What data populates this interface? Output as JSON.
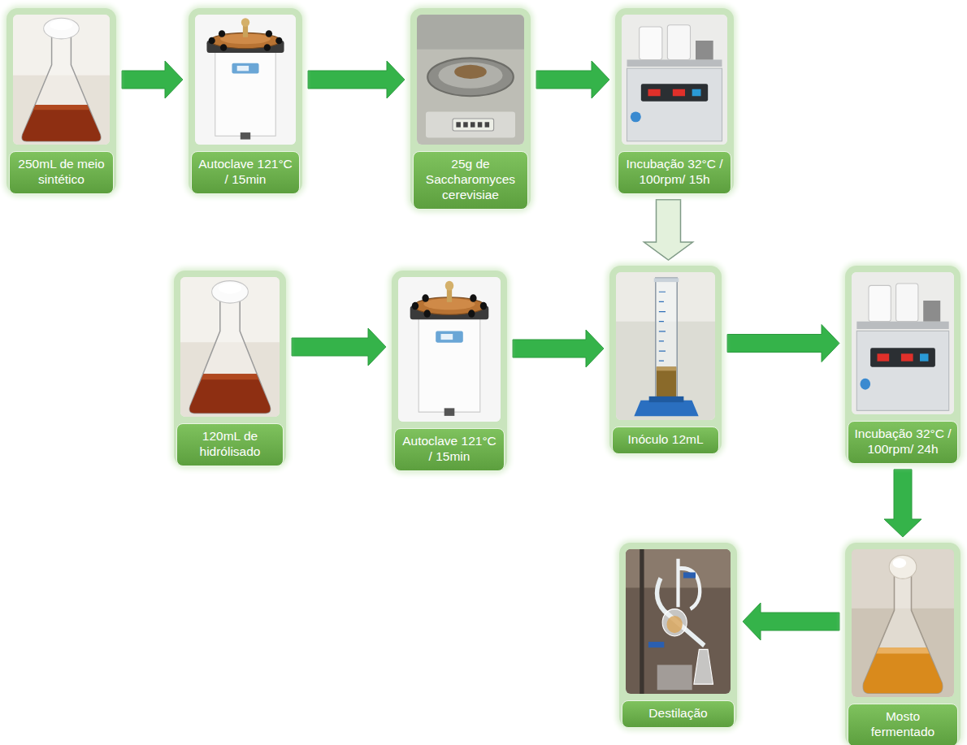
{
  "diagram": {
    "nodes": [
      {
        "text": [
          "250mL de meio sintético"
        ]
      },
      {
        "text": [
          "Autoclave 121°C / 15min"
        ]
      },
      {
        "text": [
          "25g de Saccharomyces cerevisiae"
        ]
      },
      {
        "text": [
          "Incubação 32°C / 100rpm/ 15h"
        ]
      },
      {
        "text": [
          "120mL de hidrólisado"
        ]
      },
      {
        "text": [
          "Autoclave 121°C / 15min"
        ]
      },
      {
        "text": [
          "Inóculo 12mL"
        ]
      },
      {
        "text": [
          "Incubação 32°C / 100rpm/ 24h"
        ]
      },
      {
        "text": [
          "Destilação"
        ]
      },
      {
        "text": [
          "Mosto fermentado"
        ]
      }
    ],
    "edges": [
      {
        "from": 0,
        "to": 1,
        "arrow": "to"
      },
      {
        "from": 1,
        "to": 2,
        "arrow": "to"
      },
      {
        "from": 2,
        "to": 3,
        "arrow": "to"
      },
      {
        "from": 3,
        "to": 6,
        "arrow": "to"
      },
      {
        "from": 4,
        "to": 5,
        "arrow": "to"
      },
      {
        "from": 5,
        "to": 6,
        "arrow": "to"
      },
      {
        "from": 6,
        "to": 7,
        "arrow": "to"
      },
      {
        "from": 7,
        "to": 9,
        "arrow": "to"
      },
      {
        "from": 9,
        "to": 8,
        "arrow": "to"
      }
    ]
  }
}
